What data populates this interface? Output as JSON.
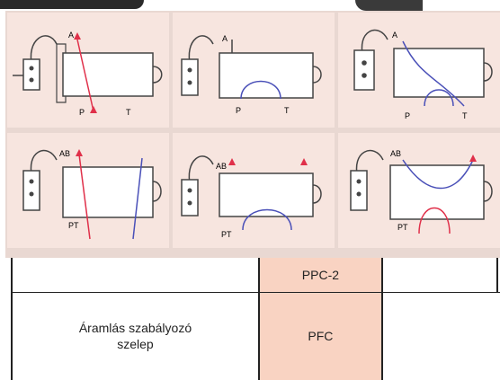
{
  "diagrams": [
    {
      "labels": {
        "a": "A",
        "p": "P",
        "t": "T"
      }
    },
    {
      "labels": {
        "a": "A",
        "p": "P",
        "t": "T"
      }
    },
    {
      "labels": {
        "a": "A",
        "p": "P",
        "t": "T"
      }
    },
    {
      "labels": {
        "ab": "AB",
        "pt": "PT"
      }
    },
    {
      "labels": {
        "ab": "AB",
        "pt": "PT"
      }
    },
    {
      "labels": {
        "ab": "AB",
        "pt": "PT"
      }
    }
  ],
  "table": {
    "row1": {
      "name": "",
      "code": "PPC-2",
      "extra": ""
    },
    "row2": {
      "name": "Áramlás szabályozó szelep",
      "code": "PFC",
      "extra": ""
    }
  },
  "colors": {
    "red_flow": "#e0304a",
    "blue_flow": "#4a50b8",
    "cell_bg": "#f7e5df",
    "code_bg": "#f9d3c2"
  }
}
